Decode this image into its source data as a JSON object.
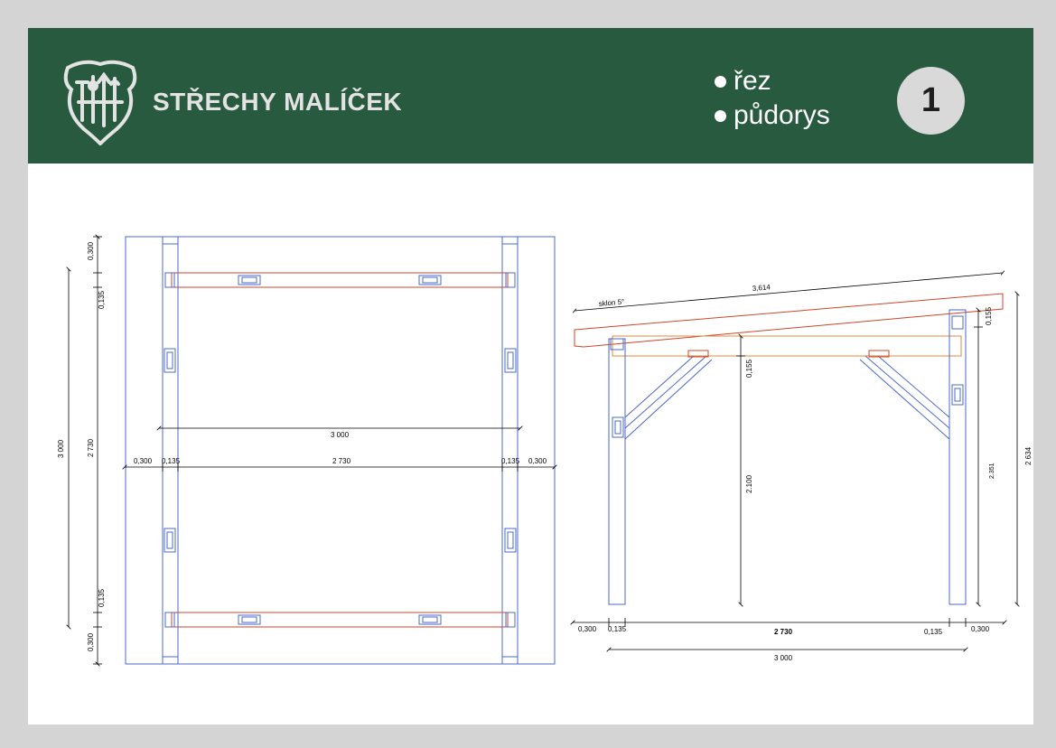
{
  "header": {
    "brand": "STŘECHY MALÍČEK",
    "legend": [
      "řez",
      "půdorys"
    ],
    "page_number": "1",
    "background_color": "#285a3f"
  },
  "plan": {
    "dim_top": "0,300",
    "dim_135_top": "0,135",
    "dim_3000_left": "3 000",
    "dim_2730_left": "2 730",
    "dim_135_bottom": "0,135",
    "dim_300_bottom": "0,300",
    "dim_3000_inner": "3 000",
    "h_dims": [
      "0,300",
      "0,135",
      "2 730",
      "0,135",
      "0,300"
    ]
  },
  "section": {
    "slope": "sklon 5°",
    "rafter_length": "3,614",
    "dim_0155_right": "0,155",
    "dim_0155_mid": "0,155",
    "dim_2100": "2.100",
    "dim_2351": "2.351",
    "dim_2634": "2 634",
    "bottom_dims": [
      "0,300",
      "0,135",
      "2 730",
      "0,135",
      "0,300"
    ],
    "total": "3 000"
  },
  "colors": {
    "structure_line": "#4a68c8",
    "roof_line": "#d0452a",
    "dimension_line": "#000000"
  }
}
